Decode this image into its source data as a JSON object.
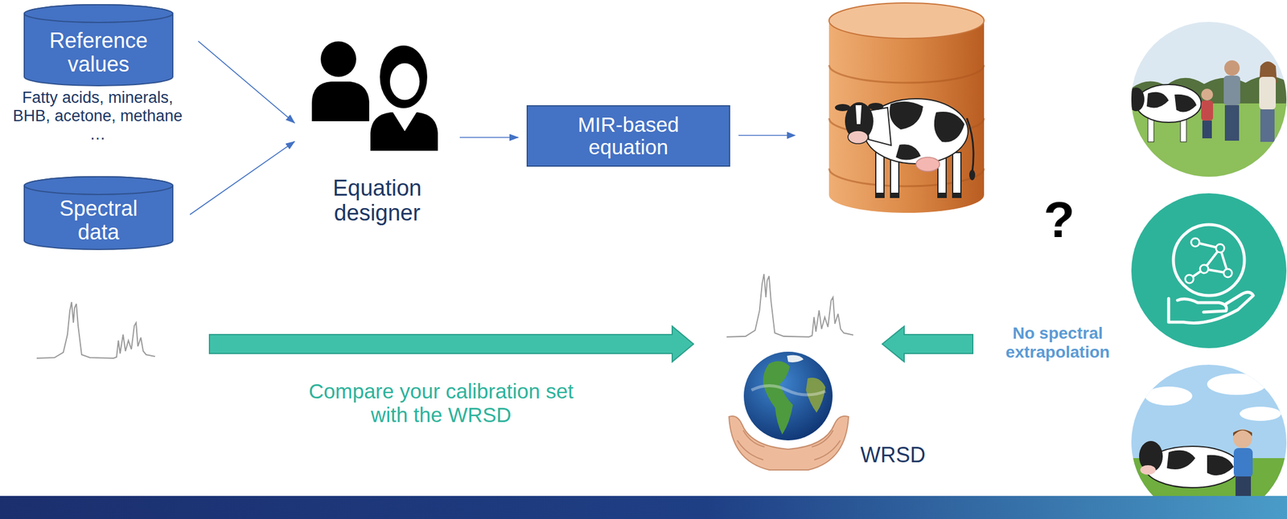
{
  "diagram": {
    "nodes": [
      {
        "text": [
          "Reference values"
        ]
      },
      {
        "text": [
          "Spectral data"
        ]
      },
      {
        "text": [
          "Equation designer"
        ]
      },
      {
        "text": [
          "MIR-based equation"
        ]
      },
      {
        "text": [
          "WRSD"
        ]
      }
    ],
    "edges": [
      {
        "from": 0,
        "to": 2,
        "arrow": "to"
      },
      {
        "from": 1,
        "to": 2,
        "arrow": "to"
      },
      {
        "from": 2,
        "to": 3,
        "arrow": "to"
      }
    ],
    "labels": [
      "Fatty acids, minerals, BHB, acetone, methane …",
      "Compare your calibration set with the WRSD",
      "?",
      "No spectral extrapolation"
    ]
  }
}
